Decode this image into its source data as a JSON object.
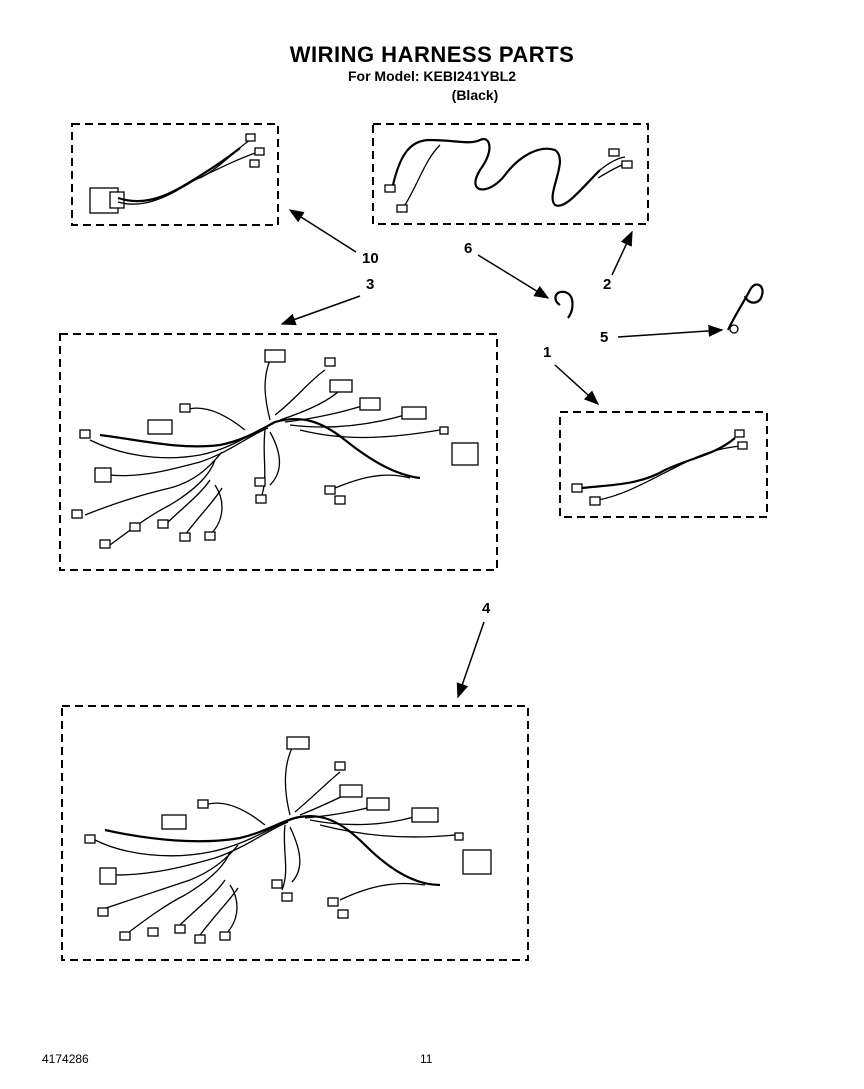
{
  "header": {
    "title": "WIRING HARNESS PARTS",
    "model": "For Model: KEBI241YBL2",
    "color": "(Black)"
  },
  "callouts": [
    "10",
    "3",
    "6",
    "2",
    "5",
    "1",
    "4"
  ],
  "footer": {
    "part_number": "4174286",
    "page": "11"
  }
}
